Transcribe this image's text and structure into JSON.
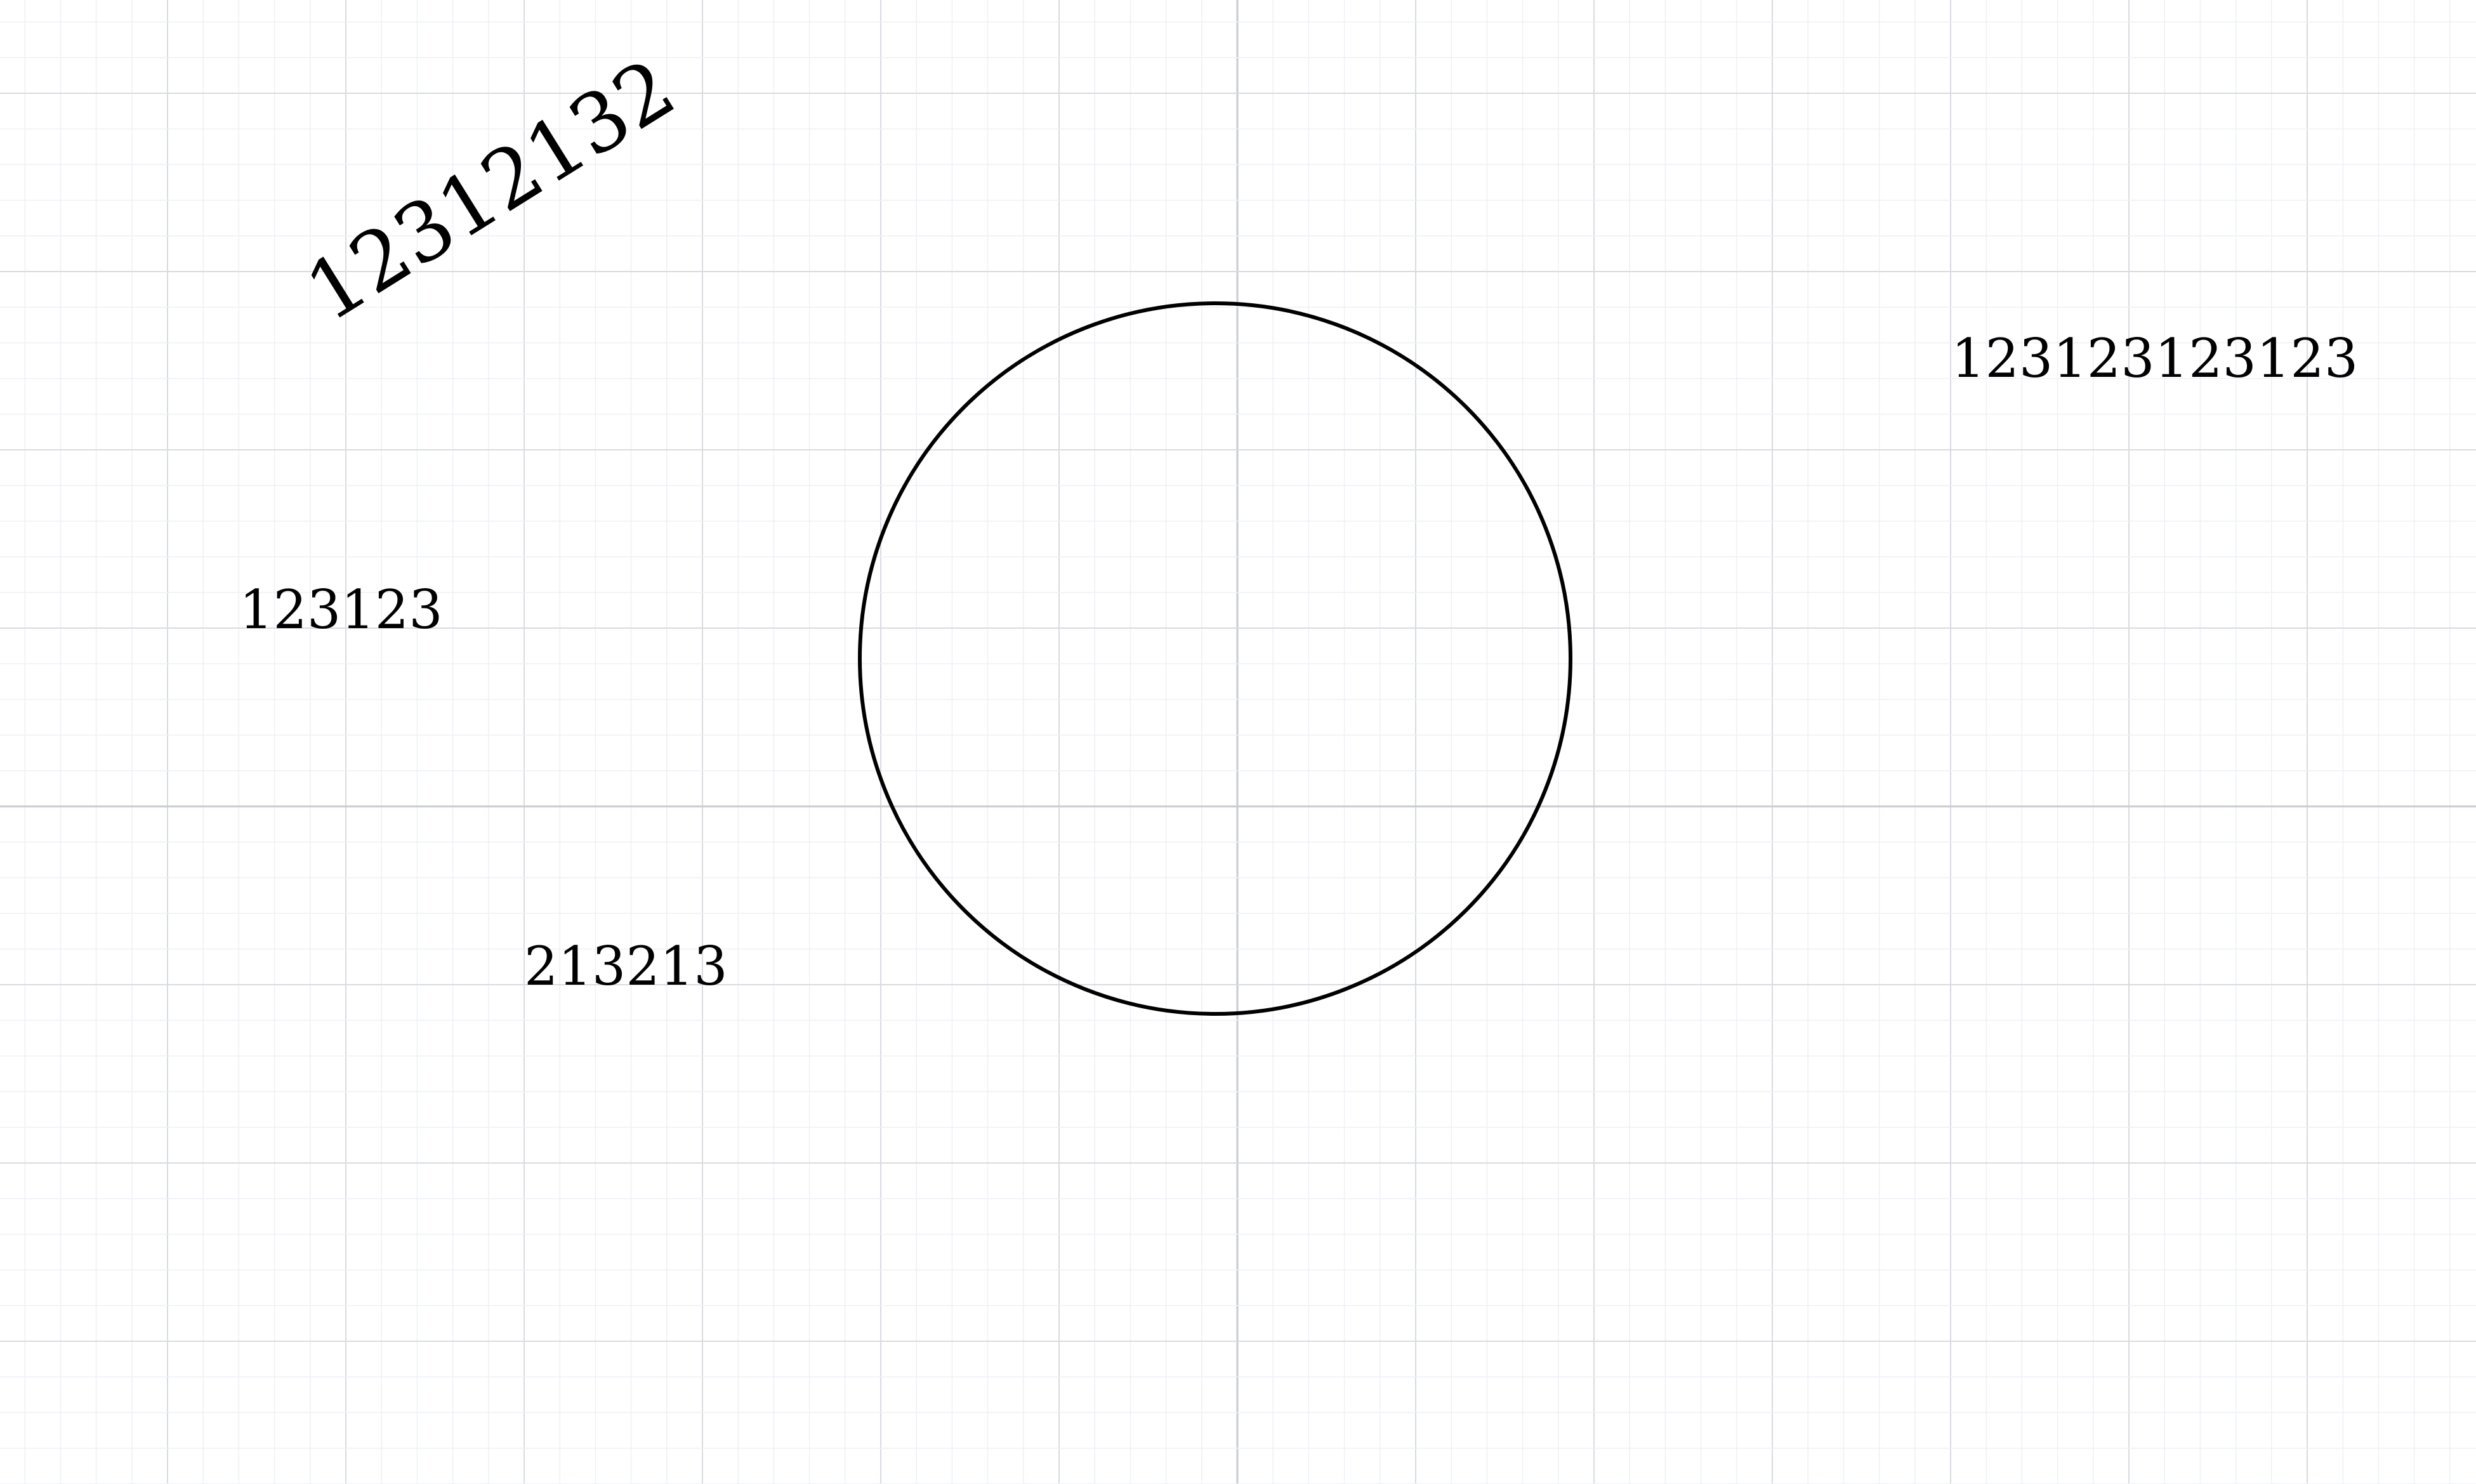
{
  "canvas": {
    "background_color": "#ffffff",
    "grid": {
      "visible": true,
      "minor_color": "#eef0f4",
      "major_color": "#d9dbe0",
      "axis_color": "#c9cbd1"
    }
  },
  "shapes": {
    "circle": {
      "stroke_color": "#000000",
      "fill": "none"
    }
  },
  "texts": {
    "rotated_label": "12312132",
    "left_label": "123123",
    "lower_label": "213213",
    "right_label": "123123123123"
  }
}
